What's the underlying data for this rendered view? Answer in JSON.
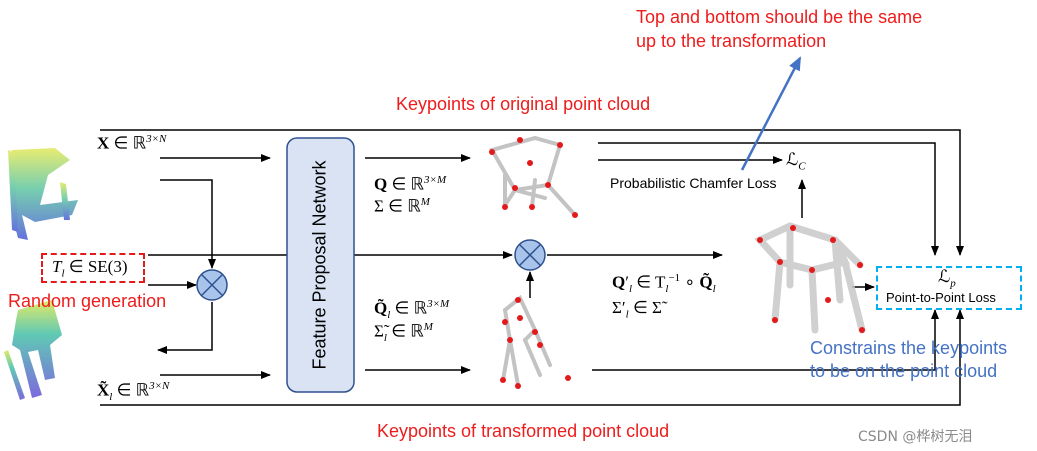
{
  "annotations": {
    "top_note_line1": "Top and bottom should be the same",
    "top_note_line2": "up to the transformation",
    "keypoints_original": "Keypoints of original point cloud",
    "keypoints_transformed": "Keypoints of transformed point cloud",
    "random_generation": "Random generation",
    "constrain_line1": "Constrains the keypoints",
    "constrain_line2": "to be on the point cloud",
    "watermark": "CSDN @桦树无泪"
  },
  "network": {
    "label": "Feature Proposal Network"
  },
  "losses": {
    "chamfer_label": "Probabilistic Chamfer Loss",
    "chamfer_symbol": "ℒ",
    "chamfer_sub": "C",
    "p2p_label": "Point-to-Point Loss",
    "p2p_symbol": "ℒ",
    "p2p_sub": "p"
  },
  "math": {
    "x_input": {
      "bold": "X",
      "rel": " ∈ ℝ",
      "sup": "3×N"
    },
    "transform": {
      "base": "T",
      "sub": "l",
      "rest": " ∈ SE(3)"
    },
    "xt_input": {
      "bold": "X̃",
      "sub": "l",
      "rel": " ∈ ℝ",
      "sup": "3×N"
    },
    "q": {
      "bold": "Q",
      "rel": " ∈ ℝ",
      "sup": "3×M"
    },
    "sigma": {
      "base": "Σ",
      "rel": " ∈ ℝ",
      "sup": "M"
    },
    "qt": {
      "bold": "Q̃",
      "sub": "l",
      "rel": " ∈ ℝ",
      "sup": "3×M"
    },
    "sigmat": {
      "base": "Σ̃",
      "sub": "l",
      "rel": " ∈ ℝ",
      "sup": "M"
    },
    "q_prime": {
      "bold": "Q",
      "prime": "′",
      "sub": "l",
      "rel": " ∈ T",
      "sub2": "l",
      "sup2": "−1",
      "op": " ∘ ",
      "bold2": "Q̃",
      "sub3": "l"
    },
    "sigma_prime": {
      "base": "Σ",
      "prime": "′",
      "sub": "l",
      "rel": " ∈ Σ̃"
    }
  },
  "colors": {
    "annotation_red": "#ee1c1c",
    "annotation_blue": "#4472c4",
    "network_fill": "#dae3f3",
    "network_border": "#2f528f",
    "p2p_border": "#00b0f0",
    "operator_fill": "#a9c4eb",
    "keypoint": "#e31a1c"
  },
  "icons": [
    "multiply-operator-icon",
    "chair-point-cloud-icon"
  ]
}
